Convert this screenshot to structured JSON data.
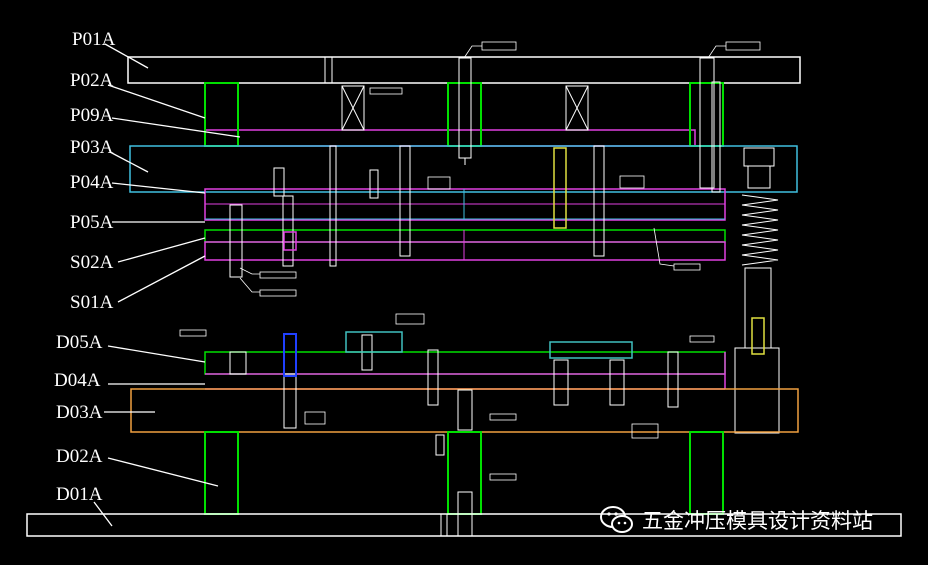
{
  "drawing": {
    "labels": [
      "P01A",
      "P02A",
      "P09A",
      "P03A",
      "P04A",
      "P05A",
      "S02A",
      "S01A",
      "D05A",
      "D04A",
      "D03A",
      "D02A",
      "D01A"
    ]
  },
  "watermark": {
    "icon": "wechat-icon",
    "text": "五金冲压模具设计资料站"
  },
  "colors": {
    "background": "#000000",
    "white": "#ffffff",
    "green": "#00e000",
    "magenta": "#e040e0",
    "cyan": "#40c0e0",
    "orange": "#f0a040",
    "yellow": "#e0e040",
    "blue": "#2040ff",
    "teal": "#40c0c0"
  }
}
